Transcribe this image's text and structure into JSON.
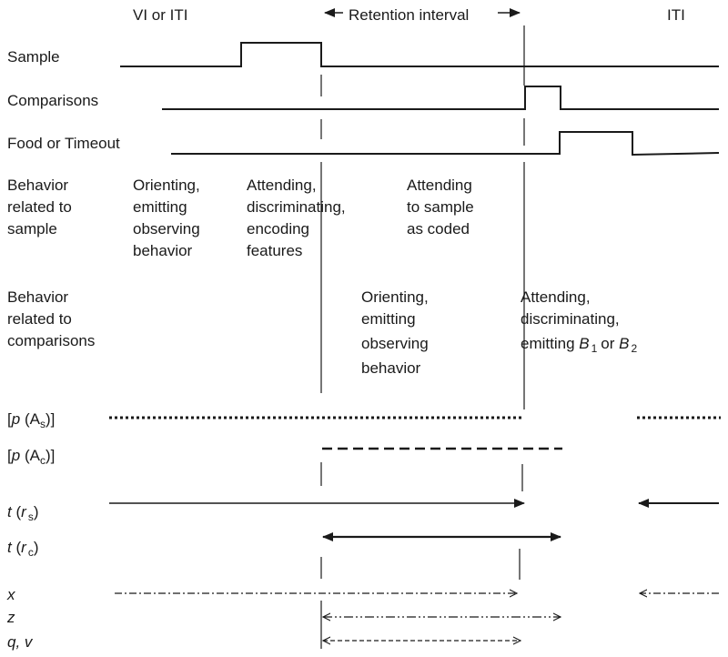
{
  "header": {
    "vi_or_iti": "VI or ITI",
    "retention_interval": "Retention interval",
    "iti": "ITI"
  },
  "rows": {
    "sample": "Sample",
    "comparisons": "Comparisons",
    "food_or_timeout": "Food or Timeout"
  },
  "behavior_sample": {
    "label": [
      "Behavior",
      "related to",
      "sample"
    ],
    "col1": [
      "Orienting,",
      "emitting",
      "observing",
      "behavior"
    ],
    "col2": [
      "Attending,",
      "discriminating,",
      "encoding",
      "features"
    ],
    "col3": [
      "Attending",
      "to sample",
      "as coded"
    ]
  },
  "behavior_comparisons": {
    "label": [
      "Behavior",
      "related to",
      "comparisons"
    ],
    "col1": [
      "Orienting,",
      "emitting",
      "observing",
      "behavior"
    ],
    "col2_lines": [
      "Attending,",
      "discriminating,"
    ],
    "col2_emit": "emitting",
    "col2_b": "B",
    "col2_b1_sub": "1",
    "col2_or": "or",
    "col2_b2_sub": "2"
  },
  "probability_labels": {
    "pAs": {
      "open": "[",
      "p": "p",
      "paren_open": "(A",
      "sub": "s",
      "close": ")]"
    },
    "pAc": {
      "open": "[",
      "p": "p",
      "paren_open": "(A",
      "sub": "c",
      "close": ")]"
    }
  },
  "time_labels": {
    "trs": {
      "t": "t",
      "paren_open": "(",
      "r": "r",
      "sub": "s",
      "close": ")"
    },
    "trc": {
      "t": "t",
      "paren_open": "(",
      "r": "r",
      "sub": "c",
      "close": ")"
    }
  },
  "parameter_labels": {
    "x": "x",
    "z": "z",
    "qv": "q, v"
  }
}
